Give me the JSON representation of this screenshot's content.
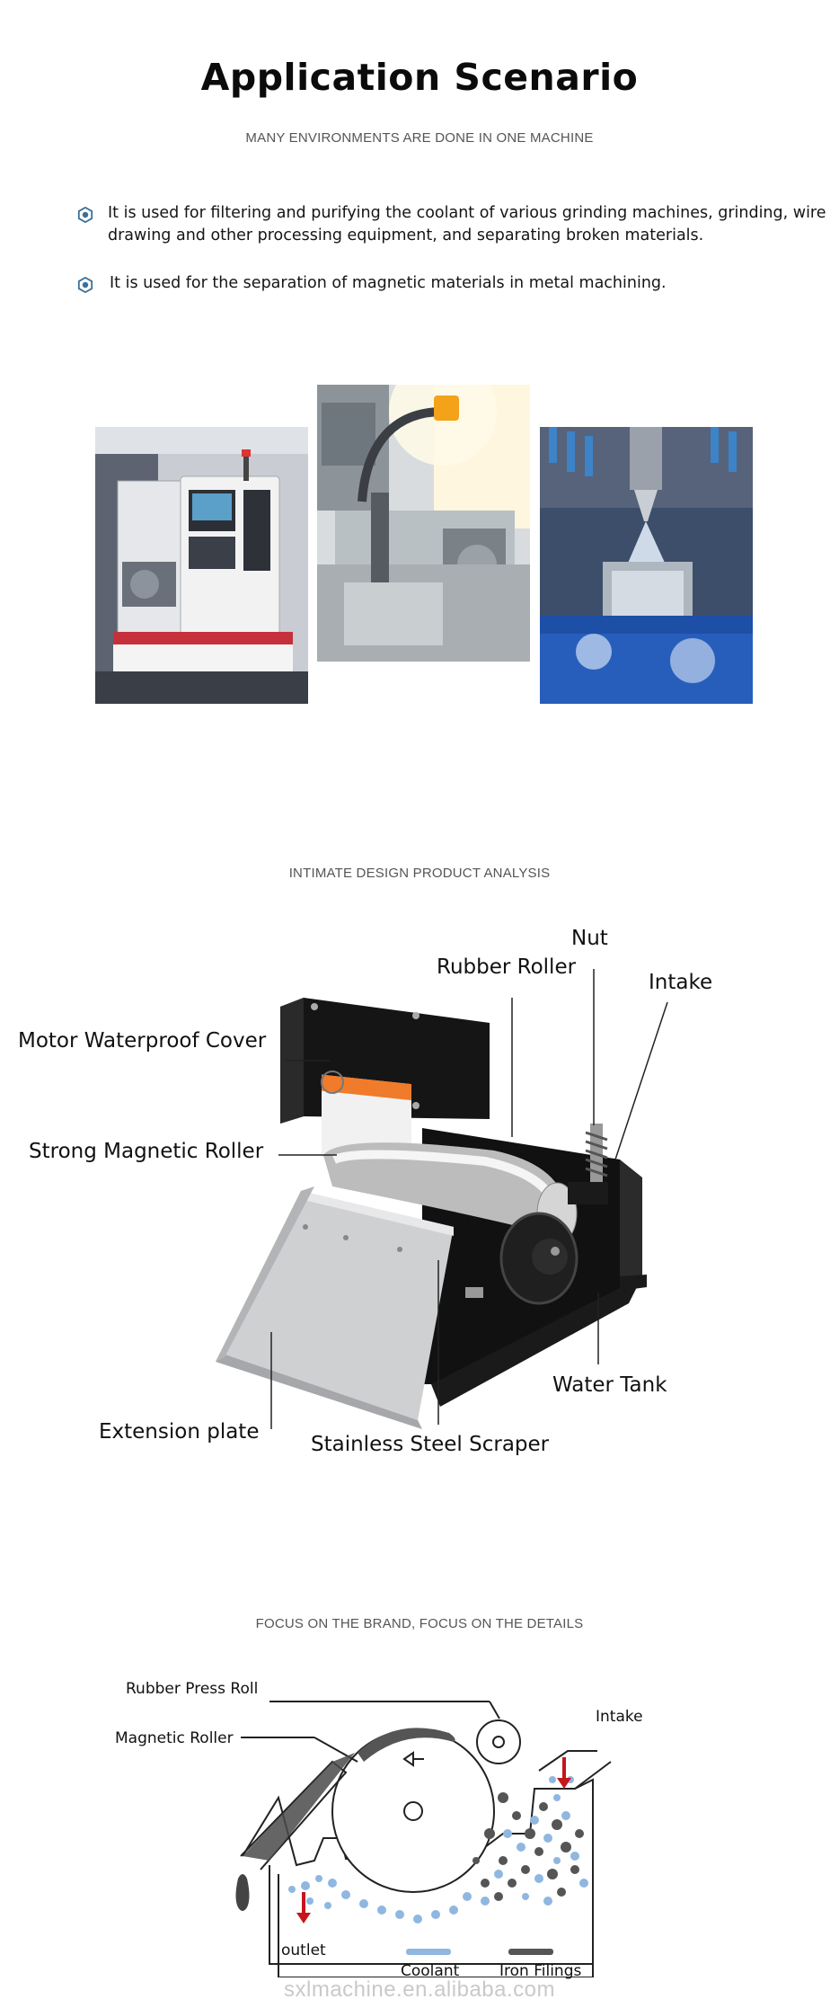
{
  "header": {
    "title": "Application Scenario",
    "subtitle": "MANY ENVIRONMENTS ARE DONE IN ONE MACHINE"
  },
  "bullets": [
    {
      "icon": "hexagon-bullet-icon",
      "text": "It is used for filtering and purifying the coolant of various grinding machines, grinding, wire drawing and other processing equipment, and separating broken materials."
    },
    {
      "icon": "hexagon-bullet-icon",
      "text": "It is used for the separation of magnetic materials in metal machining."
    }
  ],
  "section2": {
    "heading": "INTIMATE DESIGN PRODUCT ANALYSIS",
    "labels": {
      "nut": "Nut",
      "rubber_roller": "Rubber Roller",
      "intake": "Intake",
      "motor_cover": "Motor Waterproof Cover",
      "magnetic_roller": "Strong Magnetic Roller",
      "water_tank": "Water Tank",
      "extension_plate": "Extension plate",
      "scraper": "Stainless Steel Scraper"
    }
  },
  "section3": {
    "heading": "FOCUS ON THE BRAND, FOCUS ON THE DETAILS",
    "labels": {
      "press_roll": "Rubber Press Roll",
      "magnetic_roller": "Magnetic Roller",
      "intake": "Intake",
      "outlet": "outlet",
      "coolant": "Coolant",
      "iron_filings": "Iron Filings"
    }
  },
  "colors": {
    "bullet_icon": "#3a6f9a",
    "coolant": "#8fb7e0",
    "iron": "#555555",
    "arrow": "#c4161c"
  },
  "watermark": "sxlmachine.en.alibaba.com"
}
